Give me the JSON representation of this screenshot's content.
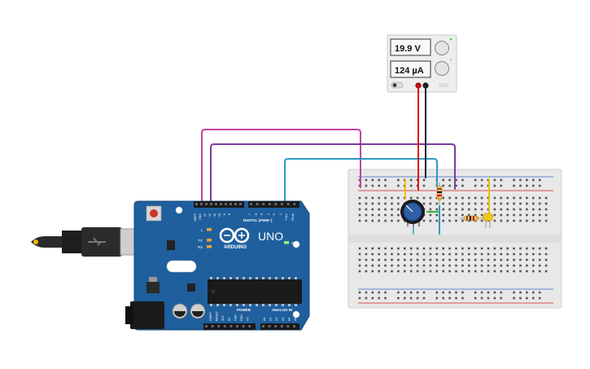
{
  "power_supply": {
    "voltage_display": "19.9 V",
    "current_display": "124 µA"
  },
  "arduino": {
    "logo_text": "ARDUINO",
    "model_text": "UNO",
    "digital_label": "DIGITAL (PWM~)",
    "power_label": "POWER",
    "analog_label": "ANALOG IN",
    "led_l": "L",
    "led_tx": "TX",
    "led_rx": "RX",
    "on_label": "ON",
    "header_top_labels": [
      "AREF",
      "GND",
      "13",
      "12",
      "~11",
      "~10",
      "~9",
      "8",
      "7",
      "~6",
      "~5",
      "4",
      "~3",
      "2",
      "TX▸1",
      "RX◂0"
    ],
    "header_power_labels": [
      "IOREF",
      "RESET",
      "3V3",
      "5V",
      "GND",
      "GND",
      "Vin"
    ],
    "header_analog_labels": [
      "A0",
      "A1",
      "A2",
      "A3",
      "A4",
      "A5"
    ]
  },
  "colors": {
    "board": "#1f5f9e",
    "wire_magenta": "#c2449c",
    "wire_purple": "#7b3aa0",
    "wire_teal": "#2d9bc4",
    "wire_red": "#e01010",
    "wire_black": "#222222",
    "wire_green": "#2fb52f",
    "wire_yellow": "#f0c000"
  }
}
